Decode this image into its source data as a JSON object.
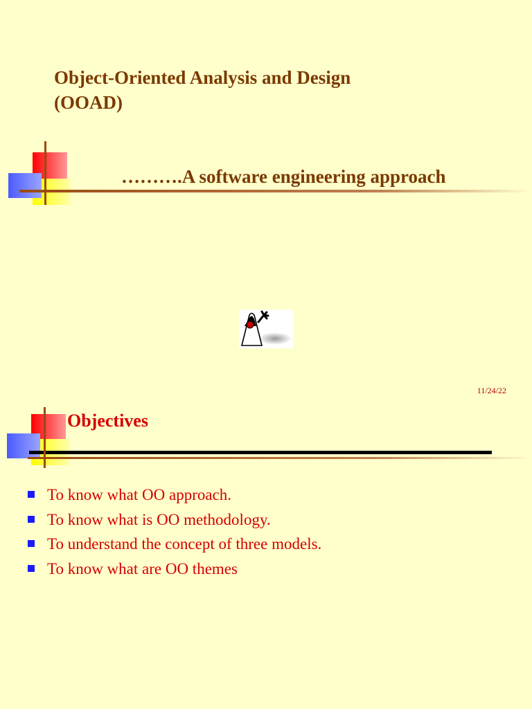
{
  "slide1": {
    "title_line1": "Object-Oriented Analysis and Design",
    "title_line2": "(OOAD)",
    "subtitle": "……….A software engineering approach",
    "logo_icon": "java-duke-mascot-icon",
    "date": "11/24/22"
  },
  "slide2": {
    "title": "Objectives",
    "bullets": [
      "To know what OO approach.",
      "To know what is OO methodology.",
      "To understand the concept of three models.",
      "To know what are OO themes"
    ]
  },
  "colors": {
    "background": "#ffffcc",
    "title_brown": "#7a3a00",
    "objectives_red": "#d40000",
    "bullet_blue": "#1a1aff",
    "deco_red": "#ff0000",
    "deco_yellow": "#ffff00",
    "deco_blue": "#5a6bff"
  }
}
